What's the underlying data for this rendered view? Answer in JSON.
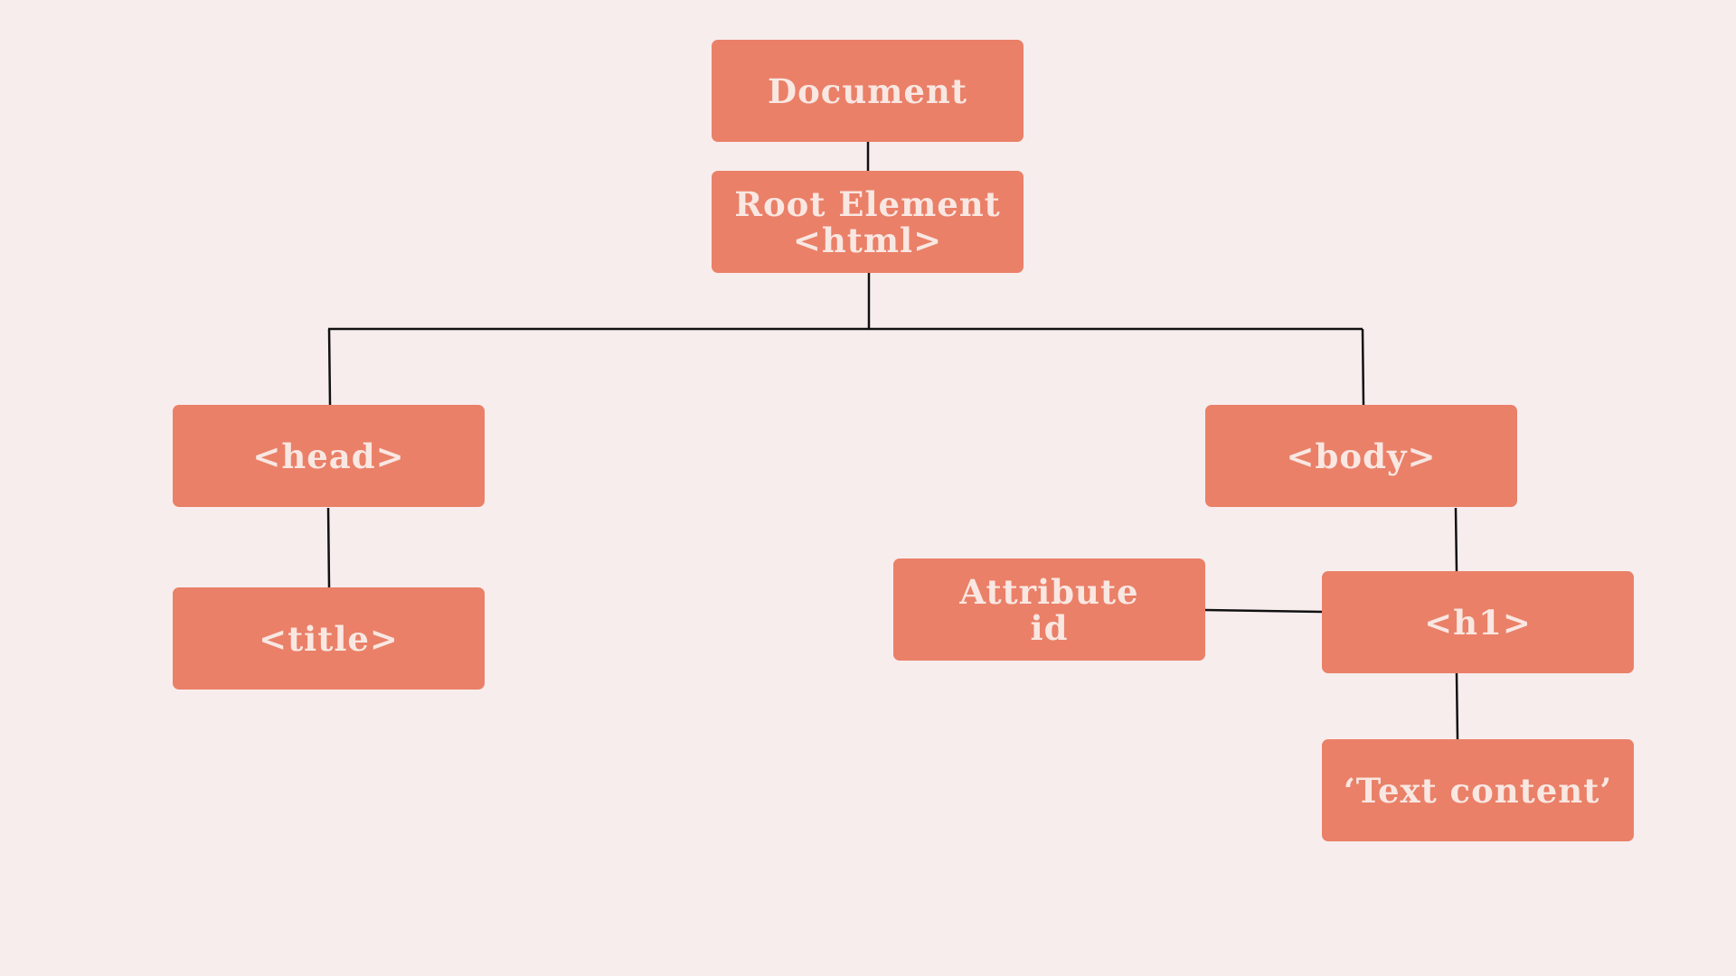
{
  "diagram": {
    "nodes": {
      "document": "Document",
      "root": "Root Element\n<html>",
      "head": "<head>",
      "title": "<title>",
      "body": "<body>",
      "attribute": "Attribute\nid",
      "h1": "<h1>",
      "text": "‘Text content’"
    },
    "edges": [
      [
        "document",
        "root"
      ],
      [
        "root",
        "head"
      ],
      [
        "root",
        "body"
      ],
      [
        "head",
        "title"
      ],
      [
        "body",
        "h1"
      ],
      [
        "h1",
        "attribute"
      ],
      [
        "h1",
        "text"
      ]
    ],
    "colors": {
      "background": "#f8eded",
      "node_fill": "#ea8068",
      "node_text": "#f9e7e2",
      "connector": "#111111"
    }
  }
}
